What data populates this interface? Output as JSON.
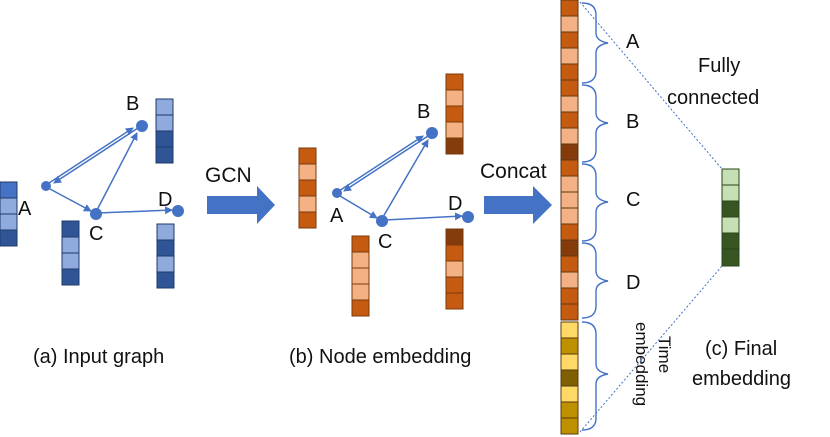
{
  "labels": {
    "node_a": "A",
    "node_b": "B",
    "node_c": "C",
    "node_d": "D",
    "gcn": "GCN",
    "concat": "Concat",
    "fully_connected_1": "Fully",
    "fully_connected_2": "connected",
    "time_1": "Time",
    "time_2": "embedding",
    "caption_a": "(a) Input graph",
    "caption_b": "(b) Node embedding",
    "caption_c_1": "(c) Final",
    "caption_c_2": "embedding"
  },
  "colors": {
    "edge": "#4472c4",
    "node_fill": "#4472c4",
    "block_stroke": "#1f3a68",
    "input_dark": "#2f5597",
    "input_light": "#8faadc",
    "input_mid": "#4472c4",
    "node_emb_dark": "#c55a11",
    "node_emb_light": "#f4b183",
    "node_emb_brown": "#843c0c",
    "time_yellow": "#ffd966",
    "time_gold": "#bf9000",
    "time_olive": "#7f6000",
    "final_light": "#c5e0b4",
    "final_dark": "#375623",
    "bracket": "#4472c4",
    "arrow_fill": "#4472c4",
    "dashed": "#4472c4"
  }
}
